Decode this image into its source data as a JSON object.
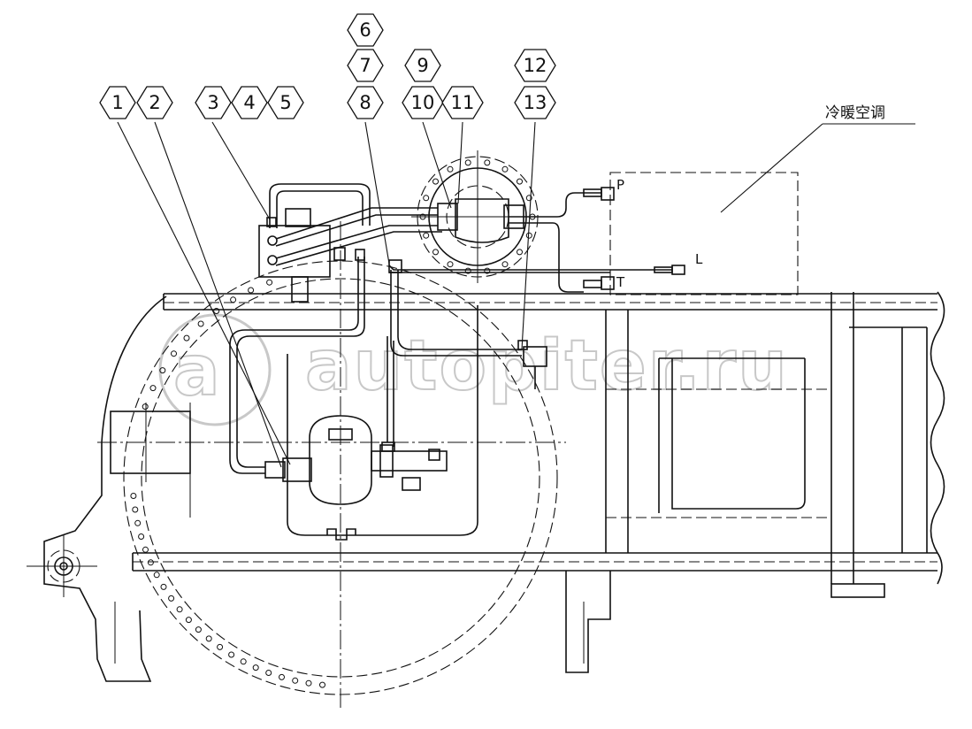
{
  "balloons": [
    {
      "id": "b1",
      "label": "1"
    },
    {
      "id": "b2",
      "label": "2"
    },
    {
      "id": "b3",
      "label": "3"
    },
    {
      "id": "b4",
      "label": "4"
    },
    {
      "id": "b5",
      "label": "5"
    },
    {
      "id": "b6",
      "label": "6"
    },
    {
      "id": "b7",
      "label": "7"
    },
    {
      "id": "b8",
      "label": "8"
    },
    {
      "id": "b9",
      "label": "9"
    },
    {
      "id": "b10",
      "label": "10"
    },
    {
      "id": "b11",
      "label": "11"
    },
    {
      "id": "b12",
      "label": "12"
    },
    {
      "id": "b13",
      "label": "13"
    }
  ],
  "ac_unit": {
    "label": "冷暖空调",
    "port_p": "P",
    "port_l": "L",
    "port_t": "T"
  },
  "watermark": {
    "text": "autopiter.ru"
  }
}
